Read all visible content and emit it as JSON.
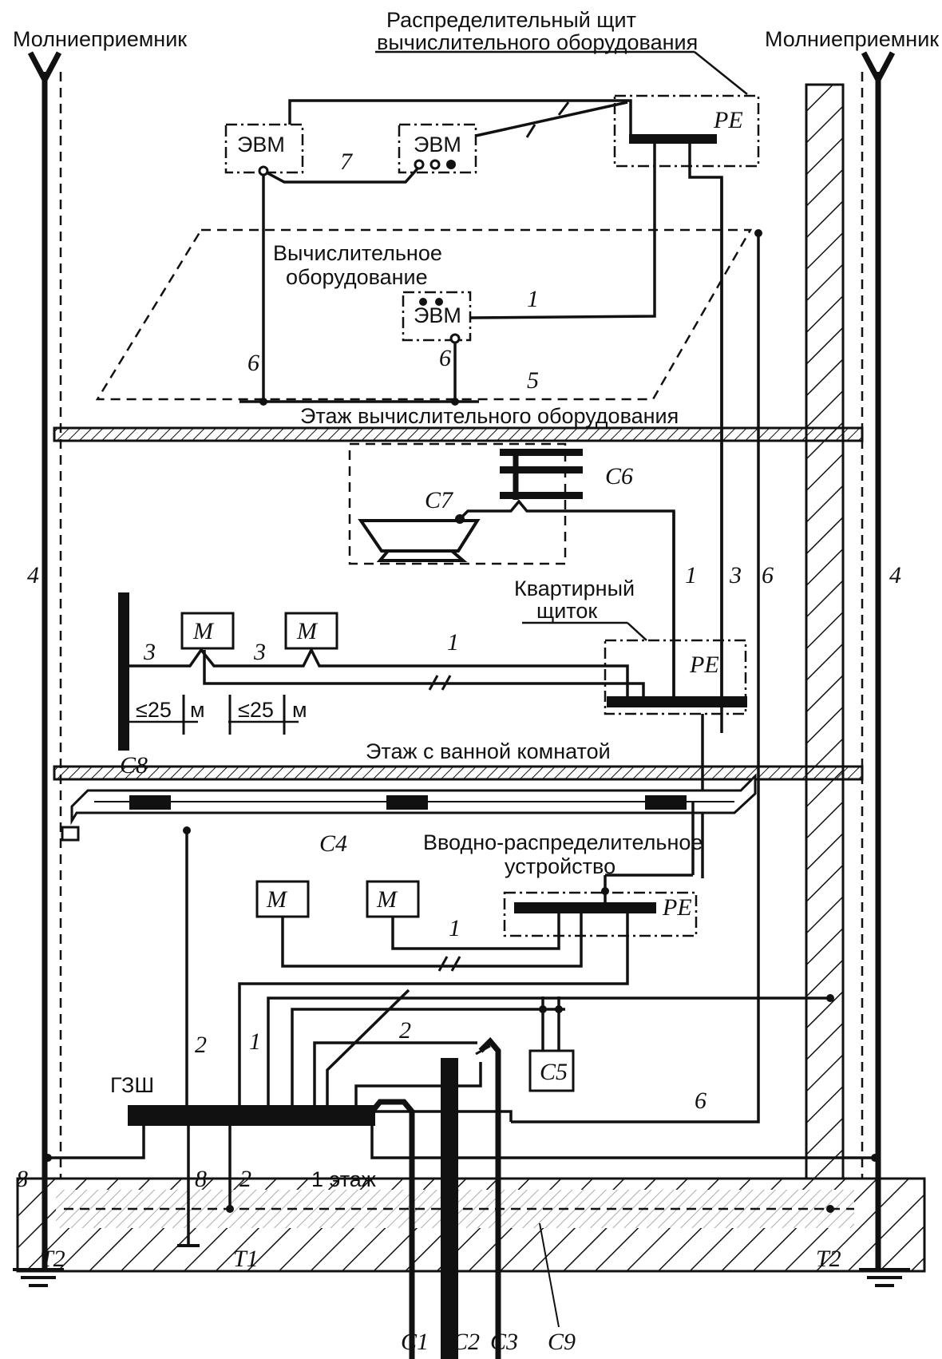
{
  "labels": {
    "lightning_rod": "Молниеприемник",
    "panel_title_1": "Распределительный щит",
    "panel_title_2": "вычислительного оборудования",
    "pe": "PE",
    "computer": "ЭВМ",
    "motor": "М",
    "computing_equipment_1": "Вычислительное",
    "computing_equipment_2": "оборудование",
    "floor_computing": "Этаж вычислительного оборудования",
    "floor_bathroom": "Этаж с ванной комнатой",
    "floor_first": "1 этаж",
    "apt_panel_1": "Квартирный",
    "apt_panel_2": "щиток",
    "vru_1": "Вводно-распределительное",
    "vru_2": "устройство",
    "gzsh": "ГЗШ",
    "distance": "≤25",
    "meter": "м"
  },
  "refs": {
    "n1": "1",
    "n2": "2",
    "n3": "3",
    "n4": "4",
    "n5": "5",
    "n6": "6",
    "n7": "7",
    "n8": "8",
    "c1": "С1",
    "c2": "С2",
    "c3": "С3",
    "c4": "С4",
    "c5": "С5",
    "c6": "С6",
    "c7": "С7",
    "c8": "С8",
    "c9": "С9",
    "t1": "Т1",
    "t2": "Т2"
  }
}
